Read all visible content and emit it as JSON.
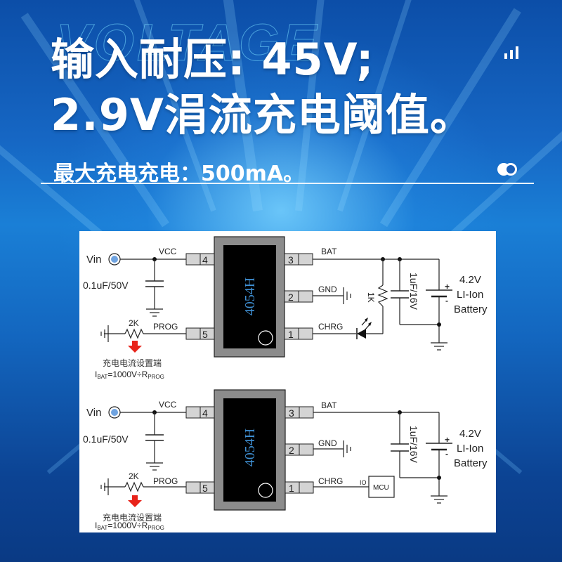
{
  "header": {
    "watermark": "VOLTAGE",
    "line1": "输入耐压: 45V;",
    "line2": "2.9V涓流充电阈值。",
    "subtitle": "最大充电充电：500mA。",
    "icons": [
      "signal-bars-icon",
      "toggle-circles-icon"
    ]
  },
  "colors": {
    "background_dark": "#0a3a84",
    "background_light": "#5cc4ff",
    "text": "#ffffff",
    "chip_body": "#8c8c8c",
    "chip_die": "#000000",
    "chip_label": "#3f8fd2",
    "pin_fill": "#d4d4d4",
    "wire": "#222222",
    "arrow": "#e8231a",
    "vin_terminal": "#6fa3e0"
  },
  "diagrams": [
    {
      "chip_label": "4054H",
      "left_pins": [
        {
          "number": "4",
          "net": "VCC"
        },
        {
          "number": "5",
          "net": "PROG"
        }
      ],
      "right_pins": [
        {
          "number": "3",
          "net": "BAT"
        },
        {
          "number": "2",
          "net": "GND"
        },
        {
          "number": "1",
          "net": "CHRG"
        }
      ],
      "vin_label": "Vin",
      "input_cap": "0.1uF/50V",
      "prog_resistor": "2K",
      "prog_note": "充电电流设置端",
      "formula": {
        "i": "I",
        "i_sub": "BAT",
        "mid": "=1000V÷R",
        "r_sub": "PROG"
      },
      "led_resistor": "1K",
      "output_cap": "1uF/16V",
      "battery": [
        "4.2V",
        "LI-Ion",
        "Battery"
      ],
      "chrg_load": "LED"
    },
    {
      "chip_label": "4054H",
      "left_pins": [
        {
          "number": "4",
          "net": "VCC"
        },
        {
          "number": "5",
          "net": "PROG"
        }
      ],
      "right_pins": [
        {
          "number": "3",
          "net": "BAT"
        },
        {
          "number": "2",
          "net": "GND"
        },
        {
          "number": "1",
          "net": "CHRG"
        }
      ],
      "vin_label": "Vin",
      "input_cap": "0.1uF/50V",
      "prog_resistor": "2K",
      "prog_note": "充电电流设置端",
      "formula": {
        "i": "I",
        "i_sub": "BAT",
        "mid": "=1000V÷R",
        "r_sub": "PROG"
      },
      "output_cap": "1uF/16V",
      "battery": [
        "4.2V",
        "LI-Ion",
        "Battery"
      ],
      "chrg_load": "MCU",
      "mcu_label": "MCU",
      "mcu_pin": "IO"
    }
  ]
}
